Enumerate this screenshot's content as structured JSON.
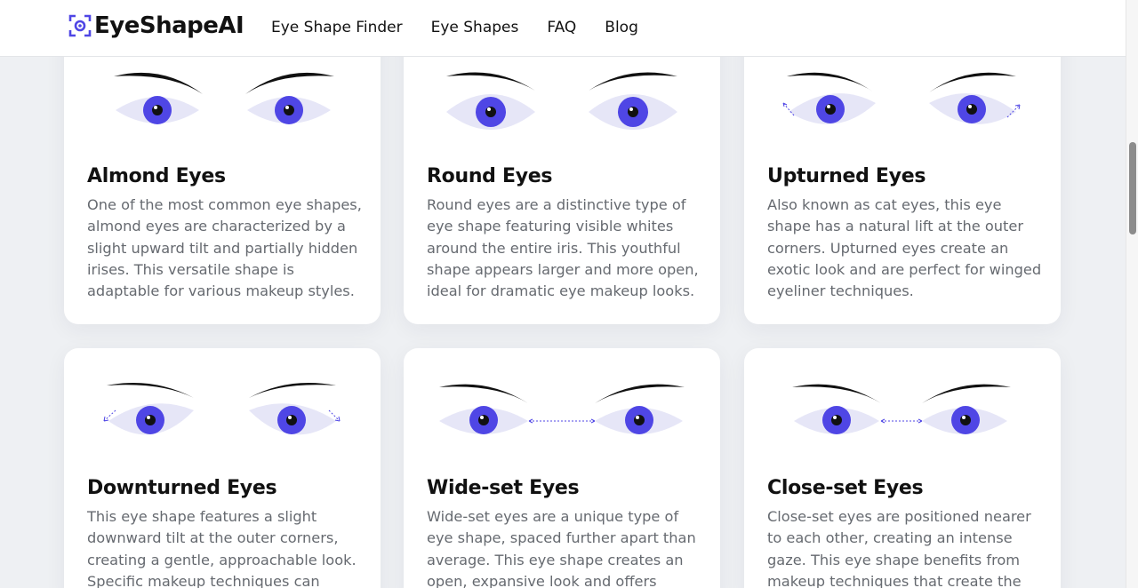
{
  "header": {
    "logo_text": "EyeShapeAI",
    "nav": [
      "Eye Shape Finder",
      "Eye Shapes",
      "FAQ",
      "Blog"
    ]
  },
  "colors": {
    "iris": "#4f46e5",
    "sclera": "#e6e6f7",
    "brow": "#111111",
    "arrow": "#4f46e5"
  },
  "cards": [
    {
      "title": "Almond Eyes",
      "description": "One of the most common eye shapes, almond eyes are characterized by a slight upward tilt and partially hidden irises. This versatile shape is adaptable for various makeup styles."
    },
    {
      "title": "Round Eyes",
      "description": "Round eyes are a distinctive type of eye shape featuring visible whites around the entire iris. This youthful shape appears larger and more open, ideal for dramatic eye makeup looks."
    },
    {
      "title": "Upturned Eyes",
      "description": "Also known as cat eyes, this eye shape has a natural lift at the outer corners. Upturned eyes create an exotic look and are perfect for winged eyeliner techniques."
    },
    {
      "title": "Downturned Eyes",
      "description": "This eye shape features a slight downward tilt at the outer corners, creating a gentle, approachable look. Specific makeup techniques can"
    },
    {
      "title": "Wide-set Eyes",
      "description": "Wide-set eyes are a unique type of eye shape, spaced further apart than average. This eye shape creates an open, expansive look and offers ample"
    },
    {
      "title": "Close-set Eyes",
      "description": "Close-set eyes are positioned nearer to each other, creating an intense gaze. This eye shape benefits from makeup techniques that create the illusion of"
    }
  ]
}
